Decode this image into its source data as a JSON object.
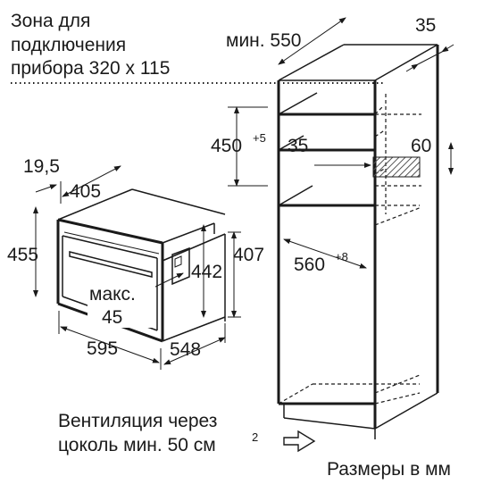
{
  "notes": {
    "connection_line1": "Зона для",
    "connection_line2": "подключения",
    "connection_line3": "прибора 320 x 115",
    "ventilation_line1": "Вентиляция через",
    "ventilation_line2": "цоколь мин. 50 см",
    "ventilation_sup": "2",
    "units": "Размеры в мм"
  },
  "appliance": {
    "depth_offset": "19,5",
    "top_depth": "405",
    "height": "455",
    "inner_height": "442",
    "front_height": "407",
    "max_label": "макс.",
    "max_value": "45",
    "width": "595",
    "depth": "548"
  },
  "cabinet": {
    "min_width": "мин. 550",
    "back_gap": "35",
    "niche_height": "450",
    "niche_height_tol": "+5",
    "vent_depth": "35",
    "vent_height": "60",
    "inner_width": "560",
    "inner_width_tol": "+8"
  },
  "colors": {
    "line": "#1a1a1a",
    "background": "#ffffff",
    "hatch": "#555555"
  }
}
